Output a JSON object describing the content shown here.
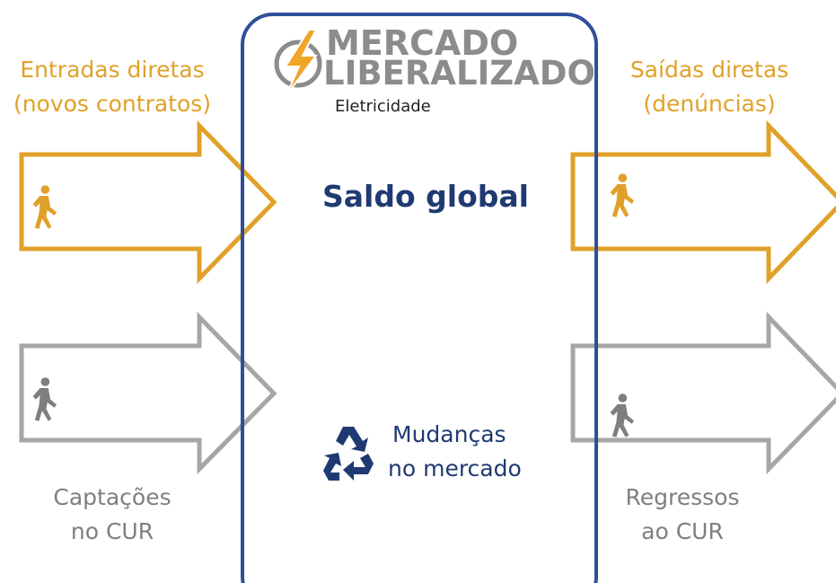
{
  "brand": {
    "line1": "MERCADO",
    "line2": "LIBERALIZADO",
    "subtitle": "Eletricidade",
    "icon": "lightning-bolt-icon"
  },
  "center": {
    "title": "Saldo global",
    "changes_label_line1": "Mudanças",
    "changes_label_line2": "no mercado",
    "changes_icon": "recycle-icon"
  },
  "flows": {
    "left_top": {
      "line1": "Entradas diretas",
      "line2": "(novos contratos)",
      "icon": "walking-person-icon"
    },
    "left_bottom": {
      "line1": "Captações",
      "line2": "no CUR",
      "icon": "walking-person-icon"
    },
    "right_top": {
      "line1": "Saídas diretas",
      "line2": "(denúncias)",
      "icon": "walking-person-icon"
    },
    "right_bottom": {
      "line1": "Regressos",
      "line2": "ao CUR",
      "icon": "walking-person-icon"
    }
  },
  "colors": {
    "orange": "#e0a12a",
    "gray": "#a6a6a6",
    "navy": "#1f3a72",
    "box_border": "#2f4f9a"
  }
}
